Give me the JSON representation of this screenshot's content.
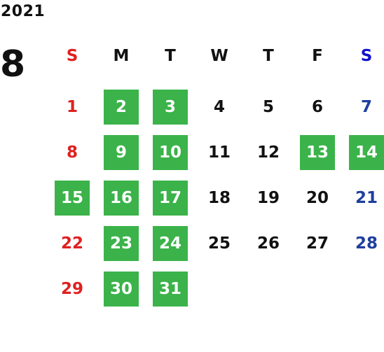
{
  "year": "2021",
  "month": "8",
  "weekdays": [
    "S",
    "M",
    "T",
    "W",
    "T",
    "F",
    "S"
  ],
  "colors": {
    "highlight": "#3bb34a",
    "sunday": "#e02020",
    "saturday": "#1f3f9f",
    "saturday_header": "#1010d0"
  },
  "days": [
    {
      "label": "1",
      "highlighted": false
    },
    {
      "label": "2",
      "highlighted": true
    },
    {
      "label": "3",
      "highlighted": true
    },
    {
      "label": "4",
      "highlighted": false
    },
    {
      "label": "5",
      "highlighted": false
    },
    {
      "label": "6",
      "highlighted": false
    },
    {
      "label": "7",
      "highlighted": false
    },
    {
      "label": "8",
      "highlighted": false
    },
    {
      "label": "9",
      "highlighted": true
    },
    {
      "label": "10",
      "highlighted": true
    },
    {
      "label": "11",
      "highlighted": false
    },
    {
      "label": "12",
      "highlighted": false
    },
    {
      "label": "13",
      "highlighted": true
    },
    {
      "label": "14",
      "highlighted": true
    },
    {
      "label": "15",
      "highlighted": true
    },
    {
      "label": "16",
      "highlighted": true
    },
    {
      "label": "17",
      "highlighted": true
    },
    {
      "label": "18",
      "highlighted": false
    },
    {
      "label": "19",
      "highlighted": false
    },
    {
      "label": "20",
      "highlighted": false
    },
    {
      "label": "21",
      "highlighted": false
    },
    {
      "label": "22",
      "highlighted": false
    },
    {
      "label": "23",
      "highlighted": true
    },
    {
      "label": "24",
      "highlighted": true
    },
    {
      "label": "25",
      "highlighted": false
    },
    {
      "label": "26",
      "highlighted": false
    },
    {
      "label": "27",
      "highlighted": false
    },
    {
      "label": "28",
      "highlighted": false
    },
    {
      "label": "29",
      "highlighted": false
    },
    {
      "label": "30",
      "highlighted": true
    },
    {
      "label": "31",
      "highlighted": true
    }
  ]
}
